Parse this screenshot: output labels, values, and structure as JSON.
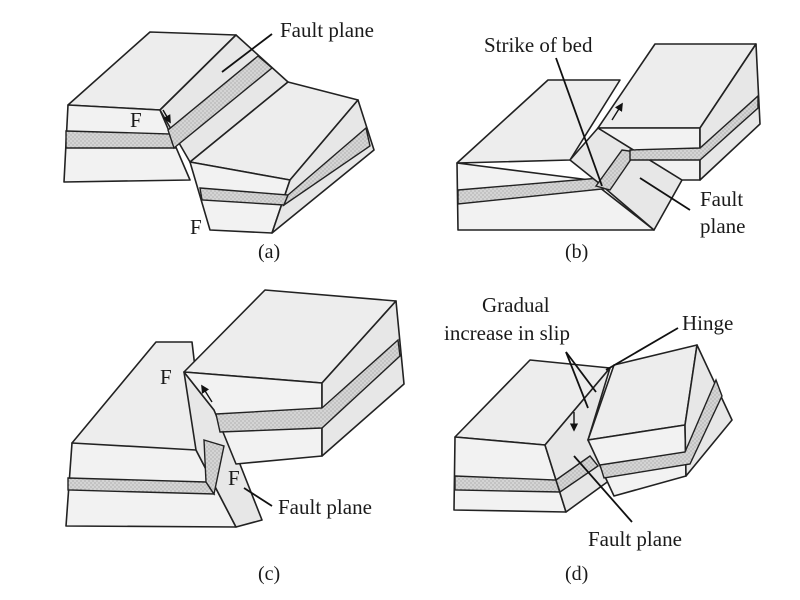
{
  "panels": [
    {
      "caption": "(a)",
      "labels": {
        "fault_plane": "Fault plane",
        "f_upper": "F",
        "f_lower": "F"
      }
    },
    {
      "caption": "(b)",
      "labels": {
        "strike": "Strike of bed",
        "fault_plane_line1": "Fault",
        "fault_plane_line2": "plane"
      }
    },
    {
      "caption": "(c)",
      "labels": {
        "f_upper": "F",
        "f_lower": "F",
        "fault_plane": "Fault plane"
      }
    },
    {
      "caption": "(d)",
      "labels": {
        "gradual_line1": "Gradual",
        "gradual_line2": "increase in slip",
        "hinge": "Hinge",
        "fault_plane": "Fault plane"
      }
    }
  ],
  "colors": {
    "face": "#ededed",
    "bed": "#d6d6d6",
    "line": "#222222"
  }
}
